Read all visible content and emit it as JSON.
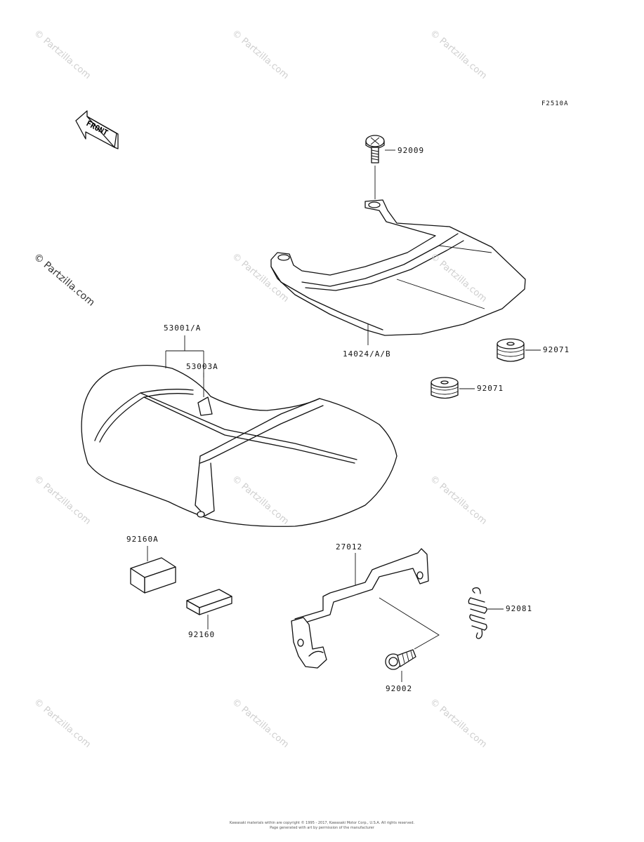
{
  "diagram_code": "F2510A",
  "front_arrow_text": "FRONT",
  "watermark_text": "© Partzilla.com",
  "parts": {
    "bolt_top": "92009",
    "seat_cover": "14024/A/B",
    "seat": "53001/A",
    "seat_label": "53003A",
    "damper_1": "92071",
    "damper_2": "92071",
    "pad_a": "92160A",
    "pad": "92160",
    "bracket": "27012",
    "spring": "92081",
    "bolt_bottom": "92002"
  },
  "footer": {
    "line1": "Kawasaki materials within are copyright © 1995 - 2017, Kawasaki Motor Corp., U.S.A. All rights reserved.",
    "line2": "Page generated with art by permission of the manufacturer"
  }
}
